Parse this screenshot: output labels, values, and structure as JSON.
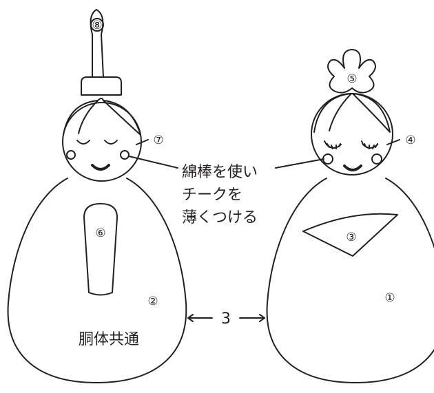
{
  "labels": {
    "male_body": "②",
    "female_body": "①",
    "fan": "③",
    "female_hair": "④",
    "female_topknot": "⑤",
    "shaku": "⑥",
    "male_hair": "⑦",
    "eboshi": "⑧"
  },
  "note": {
    "line1": "綿棒を使い",
    "line2": "チークを",
    "line3": "薄くつける"
  },
  "gap_text": "3",
  "body_common": "胴体共通",
  "colors": {
    "ink": "#231f20",
    "background": "#ffffff"
  }
}
